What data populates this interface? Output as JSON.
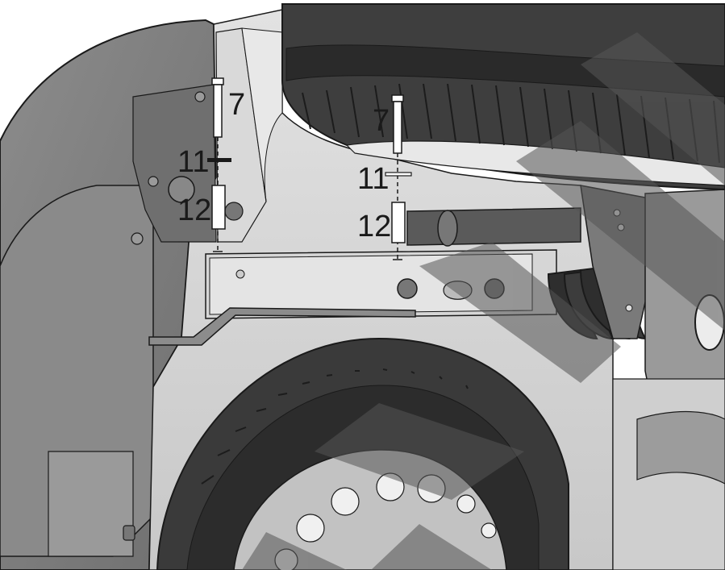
{
  "diagram": {
    "callouts": {
      "left": {
        "bolt": "7",
        "washer": "11",
        "spacer": "12"
      },
      "right": {
        "bolt": "7",
        "washer": "11",
        "spacer": "12"
      }
    },
    "colors": {
      "background": "#ffffff",
      "body_dark": "#7a7a7a",
      "body_mid": "#a6a6a6",
      "body_light": "#d4d4d4",
      "panel_light": "#e6e6e6",
      "tire": "#3e3e3e",
      "tread": "#2c2c2c",
      "watermark": "#555555",
      "line": "#1a1a1a"
    },
    "watermark_icon": "diagonal-watermark-bands",
    "icons": [
      "bolt-icon",
      "washer-icon",
      "spacer-icon",
      "tire-icon",
      "spare-wheel-icon",
      "coil-spring-icon"
    ]
  }
}
